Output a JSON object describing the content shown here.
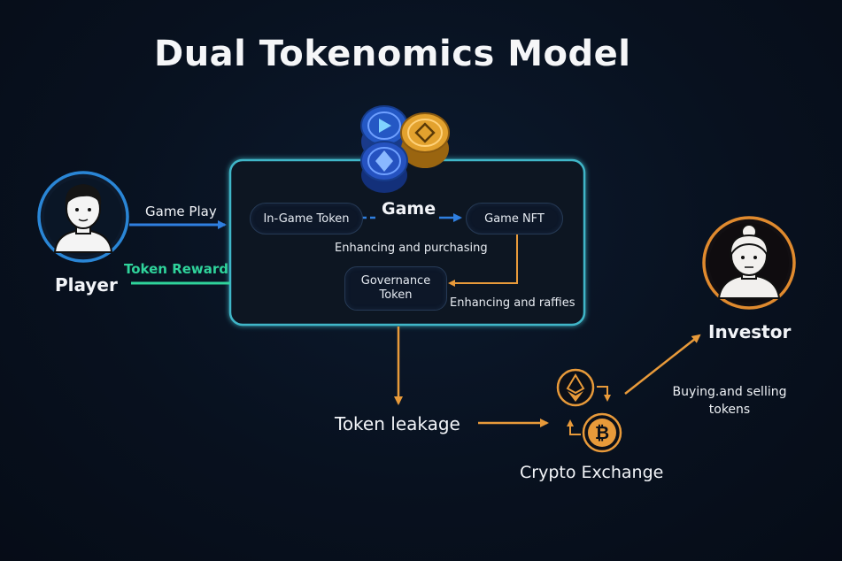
{
  "title": "Dual Tokenomics Model",
  "nodes": {
    "player": "Player",
    "game": "Game",
    "in_game_token": "In-Game Token",
    "game_nft": "Game NFT",
    "governance_token": "Governance Token",
    "token_leakage": "Token leakage",
    "crypto_exchange": "Crypto Exchange",
    "investor": "Investor"
  },
  "edges": {
    "game_play": "Game Play",
    "token_reward": "Token Reward",
    "enhancing_purchasing": "Enhancing and purchasing",
    "enhancing_raffles": "Enhancing and raffies",
    "buying_selling": "Buying.and selling tokens"
  },
  "colors": {
    "background": "#08111f",
    "game_box_border": "#3fb6c8",
    "player_ring": "#2a86d6",
    "investor_ring": "#e08a2e",
    "flow_blue": "#2f7fe0",
    "flow_green": "#2fd39b",
    "flow_orange": "#e89a3a"
  },
  "icons": {
    "player": "person-avatar-icon",
    "investor": "woman-avatar-icon",
    "coins": "token-coins-icon",
    "ethereum": "ethereum-icon",
    "bitcoin": "bitcoin-icon"
  }
}
